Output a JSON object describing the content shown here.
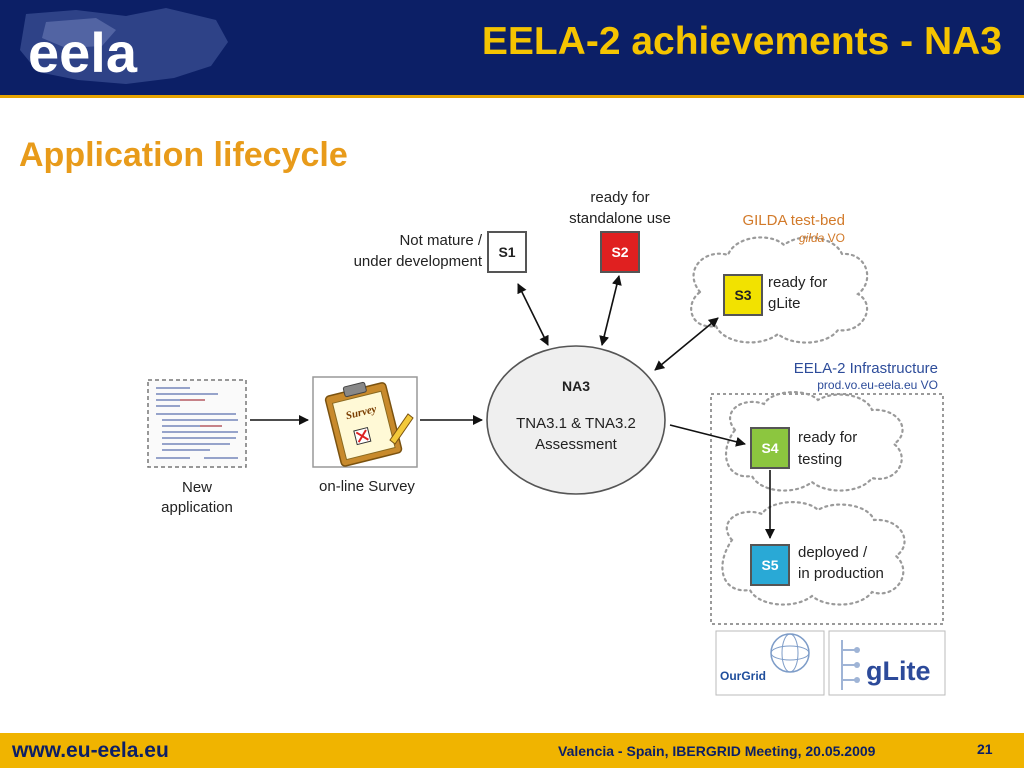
{
  "header": {
    "title": "EELA-2 achievements - NA3",
    "logo_text": "eela"
  },
  "subtitle": "Application lifecycle",
  "diagram": {
    "states": {
      "s1": {
        "badge": "S1",
        "label_line1": "Not mature /",
        "label_line2": "under development"
      },
      "s2": {
        "badge": "S2",
        "label_line1": "ready for",
        "label_line2": "standalone use"
      },
      "s3": {
        "badge": "S3",
        "label_line1": "ready for",
        "label_line2": "gLite"
      },
      "s4": {
        "badge": "S4",
        "label_line1": "ready for",
        "label_line2": "testing"
      },
      "s5": {
        "badge": "S5",
        "label_line1": "deployed /",
        "label_line2": "in production"
      }
    },
    "gilda": {
      "title": "GILDA test-bed",
      "vo_name": "gilda",
      "vo_suffix": "VO"
    },
    "infra": {
      "title": "EELA-2 Infrastructure",
      "vo": "prod.vo.eu-eela.eu VO"
    },
    "na3": {
      "title": "NA3",
      "line1": "TNA3.1 & TNA3.2",
      "line2": "Assessment"
    },
    "new_app": {
      "line1": "New",
      "line2": "application"
    },
    "survey": {
      "label": "on-line Survey",
      "clip_text": "Survey"
    },
    "logos": {
      "ourgrid": "OurGrid",
      "glite": "gLite"
    }
  },
  "footer": {
    "url": "www.eu-eela.eu",
    "event": "Valencia - Spain, IBERGRID Meeting, 20.05.2009",
    "page": "21"
  },
  "colors": {
    "header_bg": "#0c1f66",
    "title": "#f5c400",
    "subtitle": "#e89b1a",
    "footer_bg": "#f0b400",
    "s1": "#ffffff",
    "s2": "#e02020",
    "s3": "#f2e200",
    "s4": "#8cc63f",
    "s5": "#29a9d6"
  }
}
